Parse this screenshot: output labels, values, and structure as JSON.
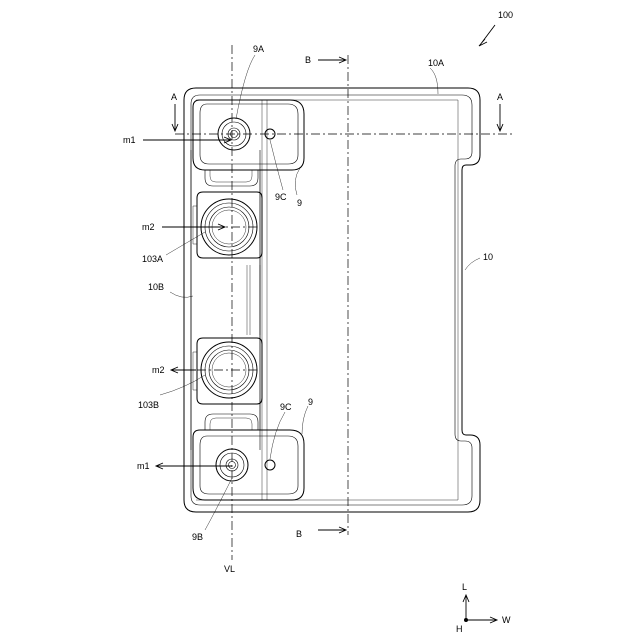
{
  "figure": {
    "ref_main": "100",
    "labels": {
      "label_10A": "10A",
      "label_10": "10",
      "label_10B": "10B",
      "label_9A": "9A",
      "label_9B": "9B",
      "label_9C_top": "9C",
      "label_9C_bottom": "9C",
      "label_9_top": "9",
      "label_9_bottom": "9",
      "label_103A": "103A",
      "label_103B": "103B",
      "label_m1_top": "m1",
      "label_m1_bottom": "m1",
      "label_m2_top": "m2",
      "label_m2_bottom": "m2",
      "label_A_left": "A",
      "label_A_right": "A",
      "label_B_top": "B",
      "label_B_bottom": "B",
      "label_VL": "VL"
    },
    "axes": {
      "L": "L",
      "W": "W",
      "H": "H"
    }
  }
}
